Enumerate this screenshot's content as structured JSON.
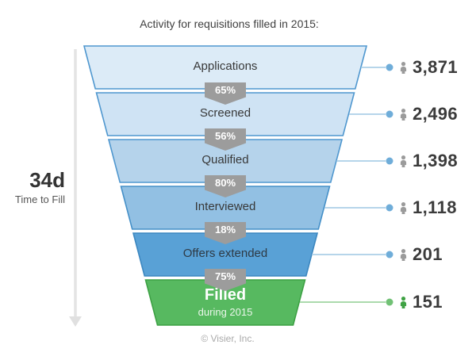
{
  "title": "Activity for requisitions filled in 2015:",
  "time_to_fill": {
    "value": "34d",
    "label": "Time to Fill"
  },
  "funnel": {
    "stages": [
      {
        "label": "Applications",
        "count": "3,871",
        "fill": "#dcebf7"
      },
      {
        "label": "Screened",
        "count": "2,496",
        "fill": "#cfe3f4"
      },
      {
        "label": "Qualified",
        "count": "1,398",
        "fill": "#b5d3eb"
      },
      {
        "label": "Interviewed",
        "count": "1,118",
        "fill": "#92c0e3"
      },
      {
        "label": "Offers extended",
        "count": "201",
        "fill": "#59a1d6"
      },
      {
        "label": "Filled",
        "sublabel": "during 2015",
        "count": "151",
        "fill": "#57b960"
      }
    ],
    "conversion_rates": [
      "65%",
      "56%",
      "80%",
      "18%",
      "75%"
    ]
  },
  "footer": "© Visier, Inc.",
  "colors": {
    "band_stroke_blue": "#4f97cf",
    "band_stroke_green": "#3da144",
    "badge_gray": "#9c9c9c",
    "leader_line_blue": "#9ec7e4",
    "leader_dot_blue": "#6fadd9",
    "leader_line_green": "#8fce92",
    "leader_dot_green": "#71c175",
    "person_gray": "#9b9b9b",
    "person_green": "#3fa244",
    "arrow_gray": "#e3e3e3",
    "number_text": "#3b3b3b"
  },
  "chart_data": {
    "type": "funnel",
    "title": "Activity for requisitions filled in 2015:",
    "stages": [
      "Applications",
      "Screened",
      "Qualified",
      "Interviewed",
      "Offers extended",
      "Filled during 2015"
    ],
    "values": [
      3871,
      2496,
      1398,
      1118,
      201,
      151
    ],
    "conversion_rates_pct": [
      65,
      56,
      80,
      18,
      75
    ],
    "time_to_fill": "34d",
    "source": "© Visier, Inc.",
    "legend": "none",
    "orientation": "top-wide funnel, counts annotated right, rates on stage boundaries"
  }
}
